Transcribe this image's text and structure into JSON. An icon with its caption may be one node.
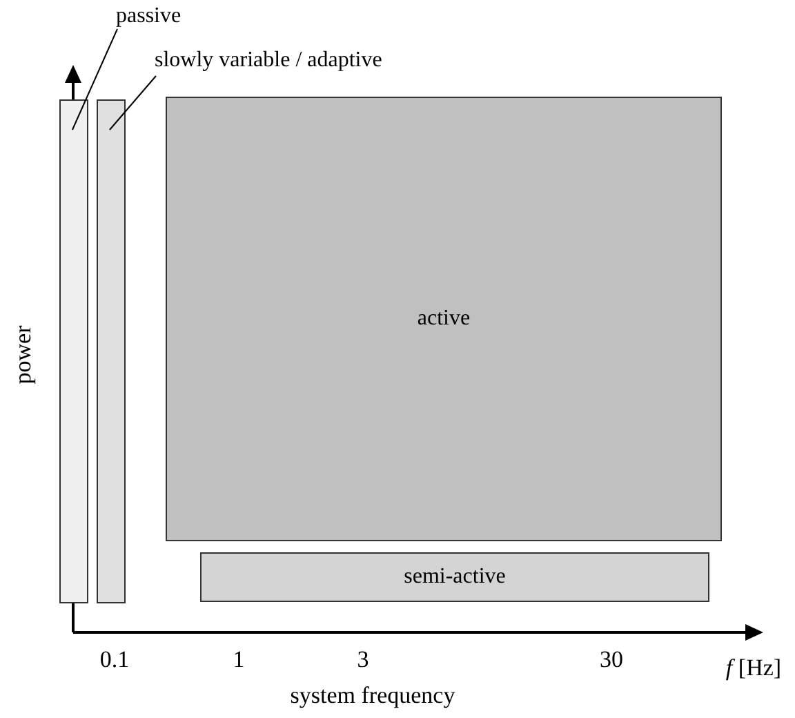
{
  "diagram": {
    "nodes": [
      {
        "text": [
          "passive"
        ]
      },
      {
        "text": [],
        "shape": "bar"
      },
      {
        "text": [
          "slowly variable / adaptive"
        ]
      },
      {
        "text": [],
        "shape": "bar"
      },
      {
        "text": [
          "active"
        ]
      },
      {
        "text": [
          "semi-active"
        ]
      }
    ],
    "edges": [
      {
        "from": 0,
        "to": 1,
        "arrow": "none"
      },
      {
        "from": 2,
        "to": 3,
        "arrow": "none"
      }
    ],
    "labels": [
      "power",
      "0.1",
      "1",
      "3",
      "30",
      "*f* [Hz]",
      "system frequency"
    ]
  }
}
